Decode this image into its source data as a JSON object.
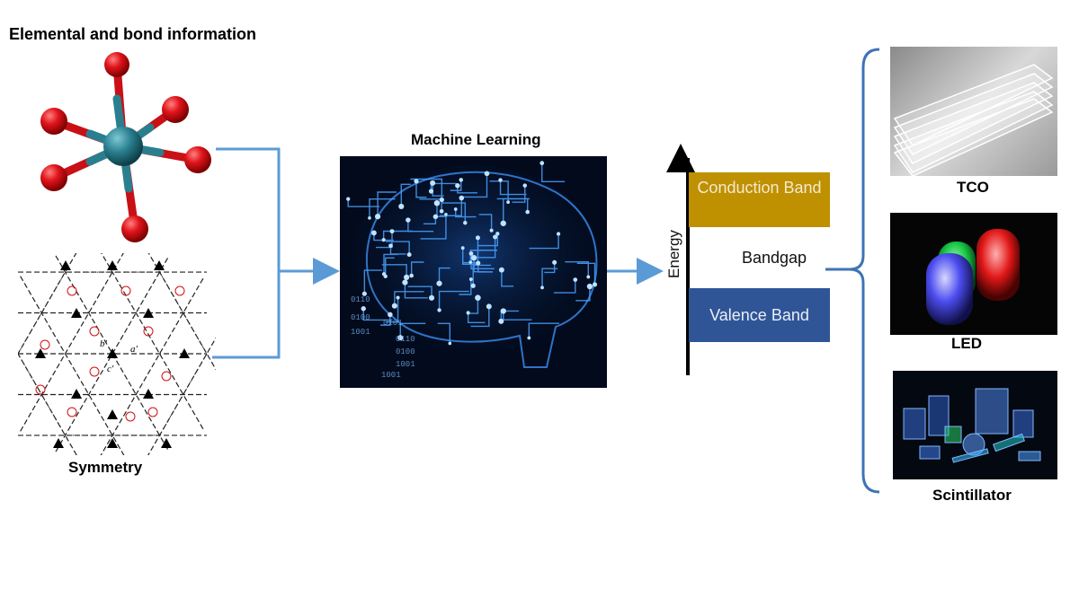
{
  "titles": {
    "elemental": "Elemental and bond information",
    "machine_learning": "Machine Learning",
    "symmetry": "Symmetry"
  },
  "bands": {
    "conduction": "Conduction Band",
    "valence": "Valence Band",
    "bandgap": "Bandgap",
    "energy_axis": "Energy"
  },
  "applications": {
    "tco": "TCO",
    "led": "LED",
    "scintillator": "Scintillator"
  },
  "symmetry_labels": {
    "a": "a'",
    "b": "b'",
    "c": "c'"
  },
  "colors": {
    "connector": "#5b9bd5",
    "conduction_band": "#bf9000",
    "valence_band": "#2f5597",
    "atom_center": "#2a7f8f",
    "atom_outer": "#e0141b"
  }
}
